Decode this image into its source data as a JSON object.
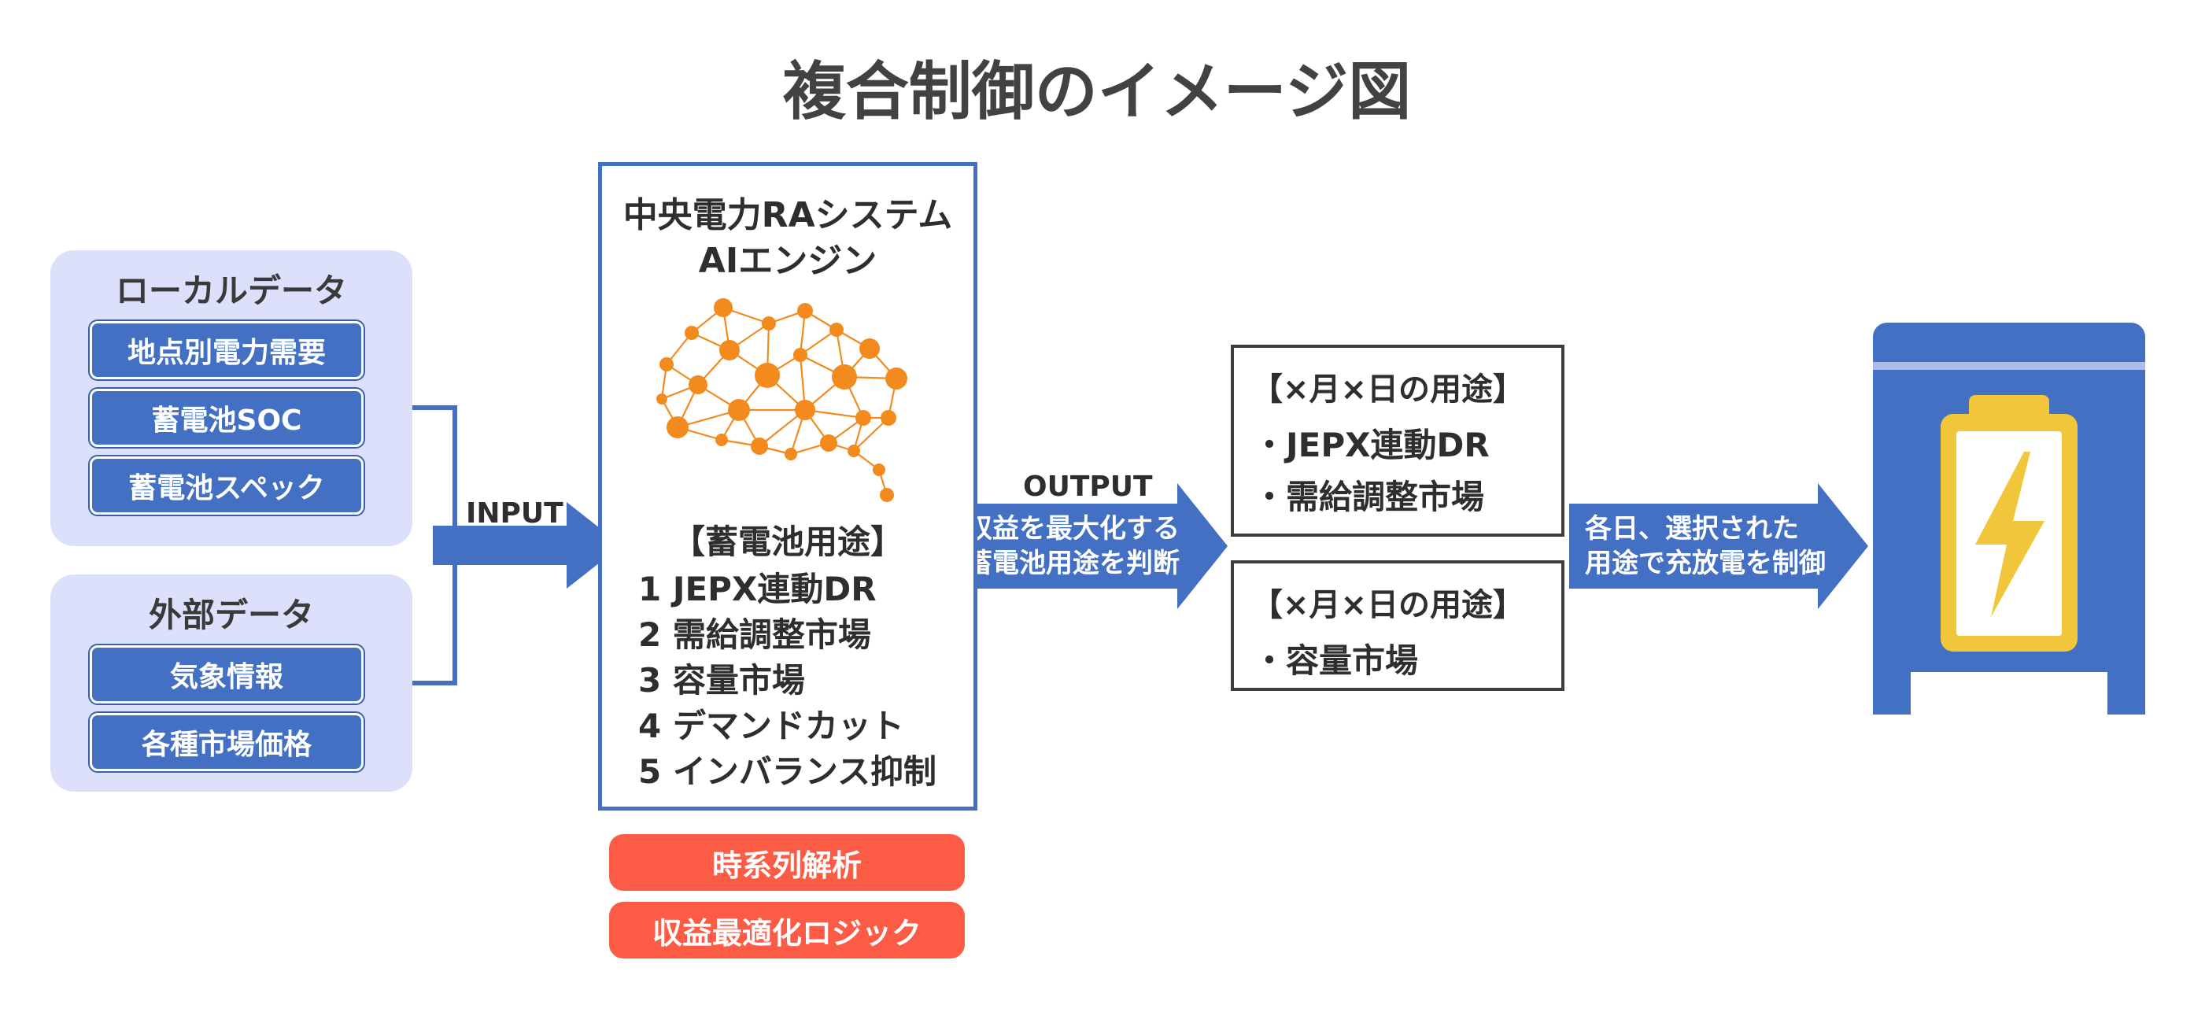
{
  "title": "複合制御のイメージ図",
  "local_data": {
    "title": "ローカルデータ",
    "items": [
      "地点別電力需要",
      "蓄電池SOC",
      "蓄電池スペック"
    ]
  },
  "external_data": {
    "title": "外部データ",
    "items": [
      "気象情報",
      "各種市場価格"
    ]
  },
  "input_label": "INPUT",
  "ai_system": {
    "title_line1": "中央電力RAシステム",
    "title_line2": "AIエンジン",
    "uses_heading": "【蓄電池用途】",
    "uses": [
      "1 JEPX連動DR",
      "2 需給調整市場",
      "3 容量市場",
      "4 デマンドカット",
      "5 インバランス抑制"
    ]
  },
  "methods": [
    "時系列解析",
    "収益最適化ロジック"
  ],
  "output_label": "OUTPUT",
  "output_arrow_text": [
    "収益を最大化する",
    "蓄電池用途を判断"
  ],
  "output_box_1": {
    "heading": "【×月×日の用途】",
    "items": [
      "・JEPX連動DR",
      "・需給調整市場"
    ]
  },
  "output_box_2": {
    "heading": "【×月×日の用途】",
    "items": [
      "・容量市場"
    ]
  },
  "control_arrow_text": [
    "各日、選択された",
    "用途で充放電を制御"
  ],
  "colors": {
    "accent_blue": "#4470c4",
    "panel_bg": "#dce0fa",
    "red": "#fc5c45",
    "brain_orange": "#f28a1e",
    "battery_yellow": "#f2c63a"
  }
}
